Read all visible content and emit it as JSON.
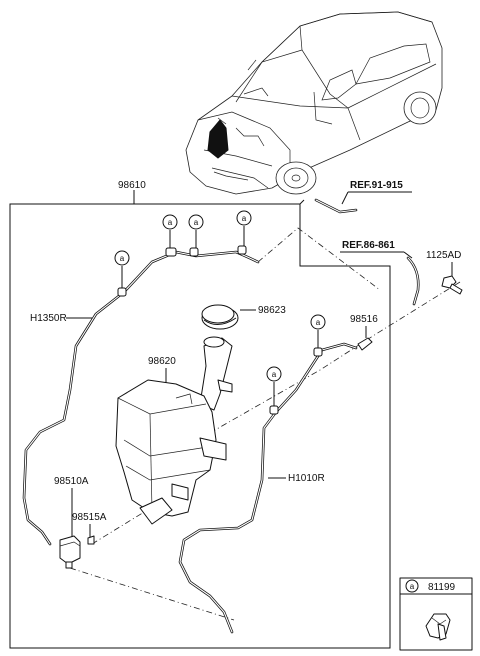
{
  "labels": {
    "assembly": "98610",
    "ref_upper": "REF.91-915",
    "ref_lower": "REF.86-861",
    "bolt": "1125AD",
    "cap": "98623",
    "nozzle_valve": "98516",
    "reservoir": "98620",
    "hose_left": "H1350R",
    "hose_right": "H1010R",
    "pump": "98510A",
    "pump_seal": "98515A"
  },
  "callout_letter": "a",
  "legend": {
    "letter": "a",
    "part_number": "81199"
  }
}
